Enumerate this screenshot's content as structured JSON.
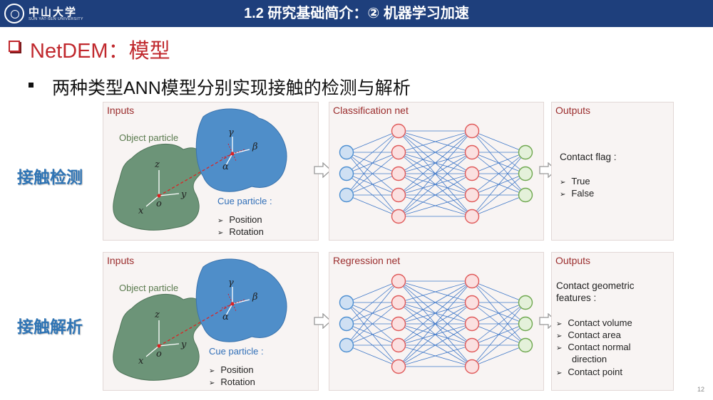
{
  "header": {
    "university_name": "中山大学",
    "university_sub": "SUN YAT-SEN UNIVERSITY",
    "title": "1.2 研究基础简介：② 机器学习加速"
  },
  "heading": "NetDEM：模型",
  "bullet": "两种类型ANN模型分别实现接触的检测与解析",
  "rows": [
    {
      "label": "接触检测",
      "inputs_title": "Inputs",
      "object_label": "Object particle",
      "cue_label": "Cue particle :",
      "cue_items": [
        "Position",
        "Rotation"
      ],
      "axes": {
        "z": "z",
        "y": "y",
        "x": "x",
        "o": "o",
        "gamma": "γ",
        "beta": "β",
        "alpha": "α"
      },
      "net_title": "Classification net",
      "outputs_title": "Outputs",
      "output_lines": [
        "Contact flag :"
      ],
      "output_items": [
        "True",
        "False"
      ]
    },
    {
      "label": "接触解析",
      "inputs_title": "Inputs",
      "object_label": "Object particle",
      "cue_label": "Cue particle :",
      "cue_items": [
        "Position",
        "Rotation"
      ],
      "axes": {
        "z": "z",
        "y": "y",
        "x": "x",
        "o": "o",
        "gamma": "γ",
        "beta": "β",
        "alpha": "α"
      },
      "net_title": "Regression net",
      "outputs_title": "Outputs",
      "output_lines": [
        "Contact geometric",
        "features :"
      ],
      "output_items": [
        "Contact volume",
        "Contact area",
        "Contact normal",
        "direction",
        "Contact point"
      ]
    }
  ],
  "network": {
    "layers": [
      3,
      5,
      5,
      3
    ]
  },
  "colors": {
    "header_bg": "#1e3f7c",
    "heading": "#c0282d",
    "row_label": "#2e74b5",
    "panel_title": "#9b2d2d",
    "input_node": "#4d8fd1",
    "hidden_node": "#e05a5a",
    "output_node": "#6fa84f",
    "edge": "#3f78c8"
  },
  "page_number": "12"
}
